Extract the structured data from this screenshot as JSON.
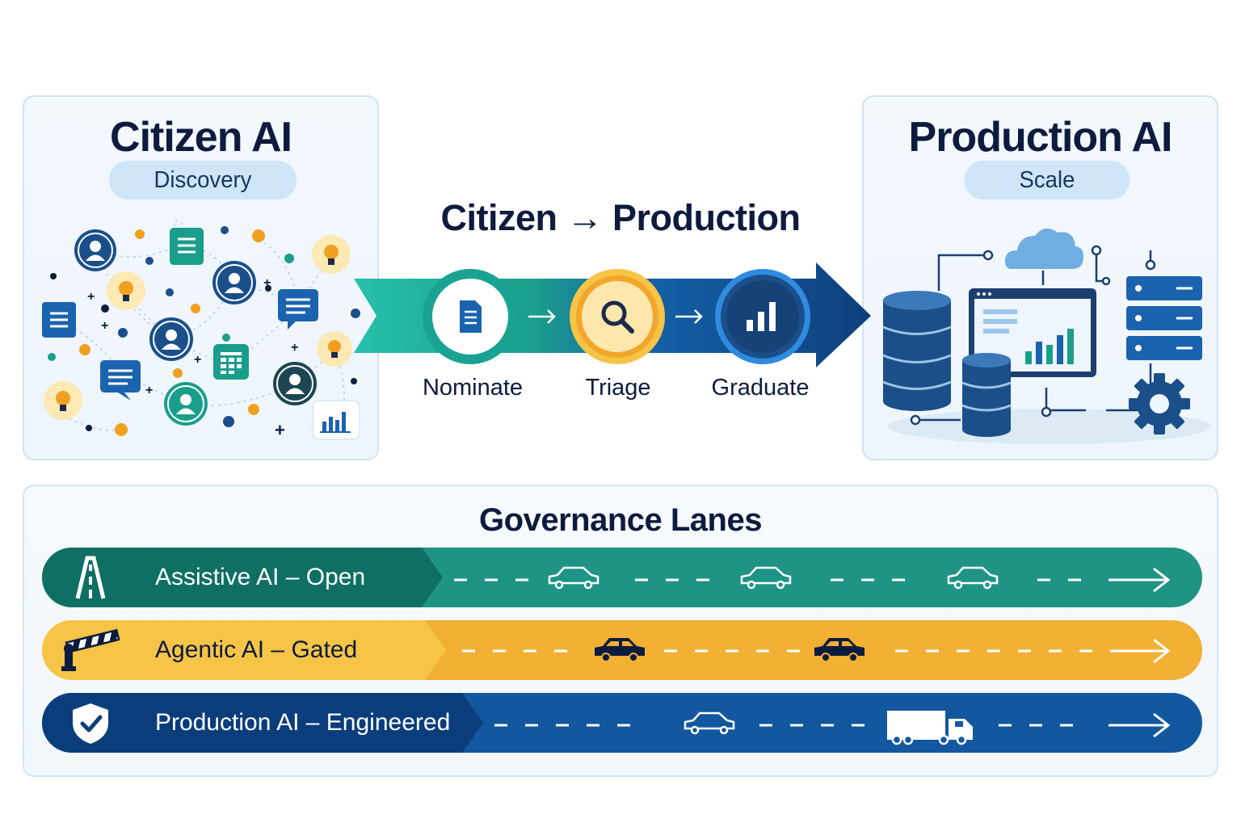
{
  "citizen": {
    "title": "Citizen AI",
    "pill": "Discovery"
  },
  "production": {
    "title": "Production AI",
    "pill": "Scale"
  },
  "flow": {
    "title": "Citizen → Production",
    "steps": [
      {
        "label": "Nominate",
        "icon": "document-icon"
      },
      {
        "label": "Triage",
        "icon": "magnifier-icon"
      },
      {
        "label": "Graduate",
        "icon": "bar-chart-icon"
      }
    ]
  },
  "governance": {
    "title": "Governance Lanes",
    "lanes": [
      {
        "label": "Assistive AI – Open",
        "icon": "road-icon",
        "color": "#1f9485",
        "head_color": "#0f6f63",
        "label_color": "#ffffff"
      },
      {
        "label": "Agentic AI – Gated",
        "icon": "barrier-gate-icon",
        "color": "#f2b034",
        "head_color": "#f6c446",
        "label_color": "#0d1b3e"
      },
      {
        "label": "Production AI – Engineered",
        "icon": "shield-check-icon",
        "color": "#13579e",
        "head_color": "#0b3d7d",
        "label_color": "#ffffff"
      }
    ]
  },
  "colors": {
    "navy": "#0d1b3e",
    "teal": "#1f9485",
    "amber": "#f2b034",
    "blue": "#13579e"
  }
}
